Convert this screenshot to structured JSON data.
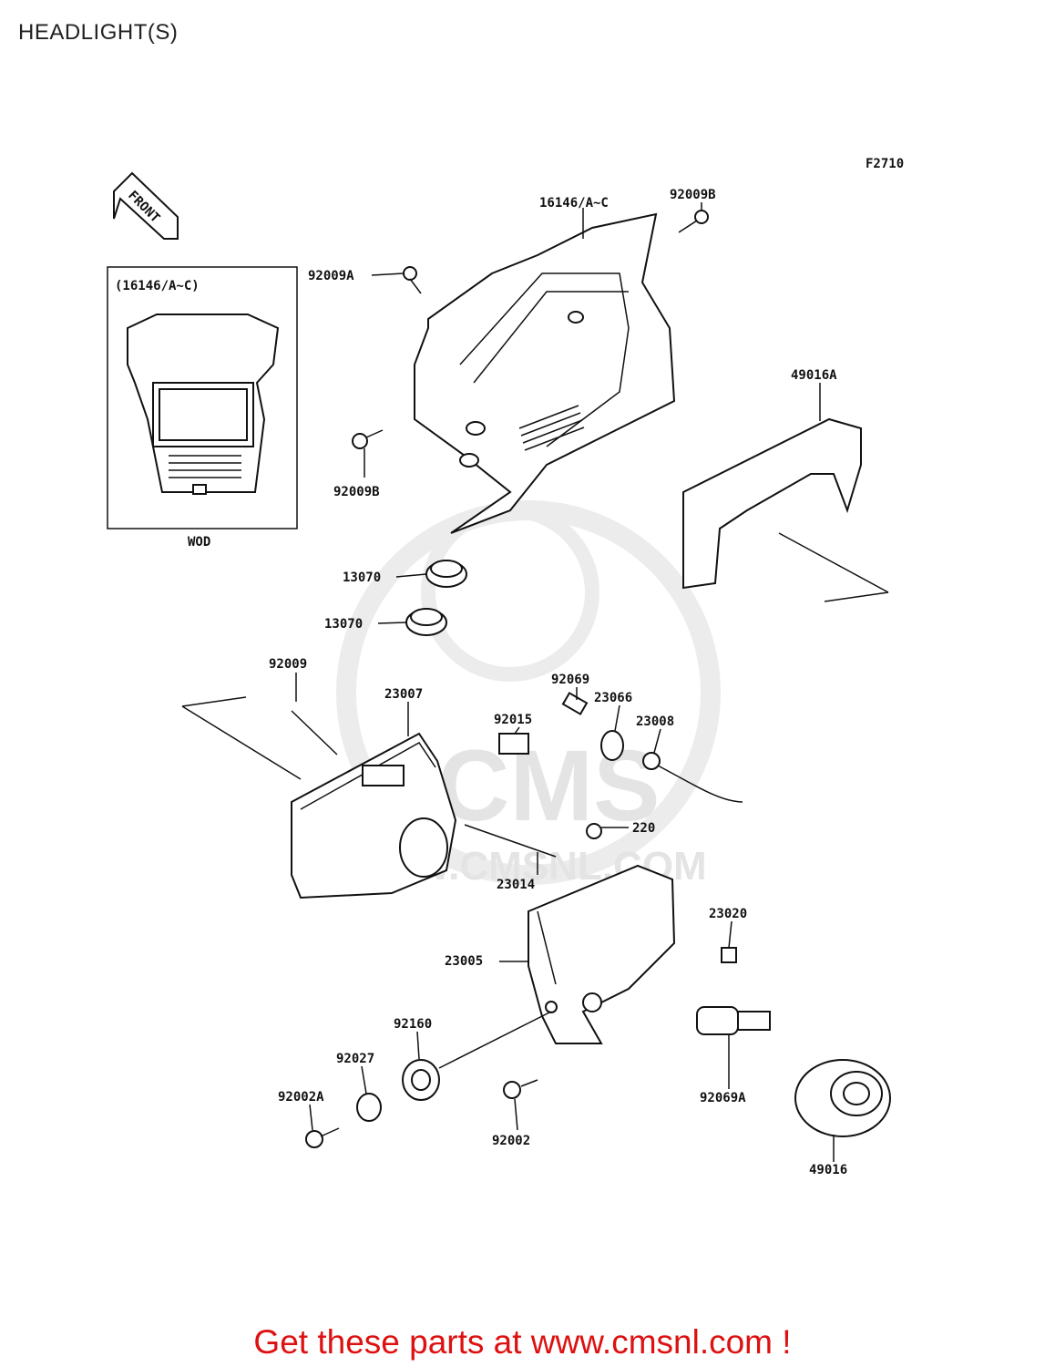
{
  "page": {
    "title": "HEADLIGHT(S)"
  },
  "diagram": {
    "figure_code": "F2710",
    "front_arrow_text": "FRONT",
    "inset": {
      "header": "(16146/A~C)",
      "caption": "WOD"
    },
    "watermark": {
      "brand": "CMS",
      "site": "WWW.CMSNL.COM"
    },
    "parts": [
      "16146/A~C",
      "92009B",
      "92009A",
      "92009B",
      "49016A",
      "13070",
      "13070",
      "92009",
      "23007",
      "92069",
      "23066",
      "92015",
      "23008",
      "220",
      "23014",
      "23020",
      "23005",
      "92160",
      "92027",
      "92002A",
      "92002",
      "92069A",
      "49016"
    ]
  },
  "footer": {
    "promo": "Get these parts at www.cmsnl.com !"
  },
  "colors": {
    "promo": "#dd1111",
    "watermark": "#e4e4e4",
    "line": "#111111"
  }
}
